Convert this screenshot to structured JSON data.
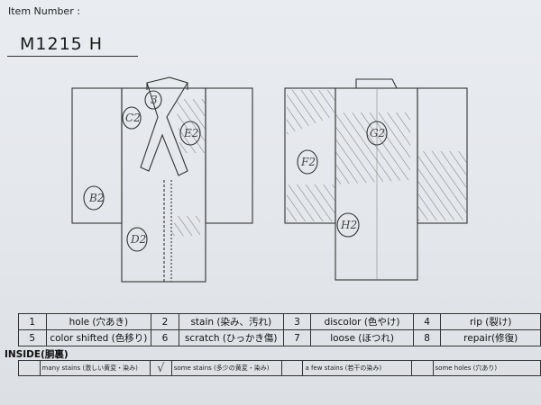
{
  "item_label": "Item Number :",
  "item_number": "M1215  H",
  "front_marks": [
    "B2",
    "C2",
    "D2",
    "E2",
    "3"
  ],
  "back_marks": [
    "F2",
    "G2",
    "H2"
  ],
  "legend": [
    [
      {
        "num": "1",
        "text": "hole (穴あき)"
      },
      {
        "num": "2",
        "text": "stain (染み、汚れ)"
      },
      {
        "num": "3",
        "text": "discolor (色やけ)"
      },
      {
        "num": "4",
        "text": "rip (裂け)"
      }
    ],
    [
      {
        "num": "5",
        "text": "color shifted (色移り)"
      },
      {
        "num": "6",
        "text": "scratch (ひっかき傷)"
      },
      {
        "num": "7",
        "text": "loose (ほつれ)"
      },
      {
        "num": "8",
        "text": "repair(修復)"
      }
    ]
  ],
  "inside_label": "INSIDE(胴裏)",
  "inside": [
    {
      "mark": "",
      "text": "many stains (激しい黄変・染み)"
    },
    {
      "mark": "√",
      "text": "some stains (多少の黄変・染み)"
    },
    {
      "mark": "",
      "text": "a few stains (若干の染み)"
    },
    {
      "mark": "",
      "text": "some holes (穴あり)"
    }
  ]
}
